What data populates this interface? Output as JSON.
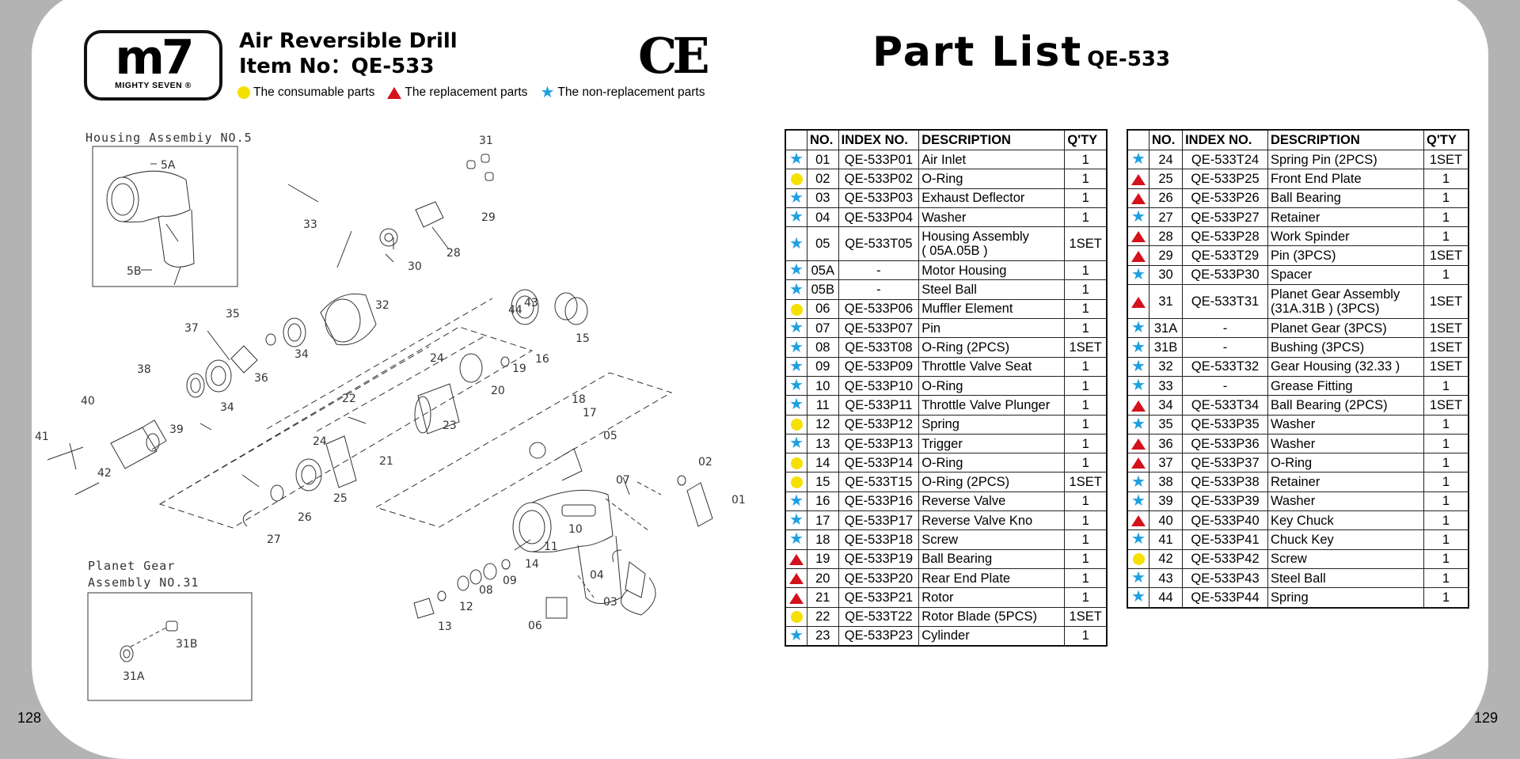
{
  "header": {
    "logo_main": "m7",
    "logo_sub": "MIGHTY SEVEN ®",
    "product_title": "Air Reversible Drill",
    "item_no": "Item No：QE-533",
    "ce_mark": "CE",
    "part_list_title": "Part  List",
    "part_list_code": "QE-533"
  },
  "legend": [
    {
      "symbol": "dot",
      "label": "The consumable parts"
    },
    {
      "symbol": "triangle",
      "label": "The replacement parts"
    },
    {
      "symbol": "star",
      "label": "The non-replacement parts"
    }
  ],
  "colors": {
    "dot": "#f6e000",
    "triangle": "#d4121c",
    "star": "#1ea0e0"
  },
  "diagram": {
    "housing_box_label": "Housing Assembiy NO.5",
    "planet_box_label_1": "Planet Gear",
    "planet_box_label_2": "Assembly NO.31",
    "callouts": {
      "5A": "5A",
      "5B": "5B",
      "31A": "31A",
      "31B": "31B",
      "01": "01",
      "02": "02",
      "03": "03",
      "04": "04",
      "05": "05",
      "06": "06",
      "07": "07",
      "08": "08",
      "09": "09",
      "10": "10",
      "11": "11",
      "12": "12",
      "13": "13",
      "14": "14",
      "15": "15",
      "16": "16",
      "17": "17",
      "18": "18",
      "19": "19",
      "20": "20",
      "21": "21",
      "22": "22",
      "23": "23",
      "24a": "24",
      "24b": "24",
      "25": "25",
      "26": "26",
      "27": "27",
      "28": "28",
      "29": "29",
      "30": "30",
      "31": "31",
      "32": "32",
      "33": "33",
      "34a": "34",
      "34b": "34",
      "35": "35",
      "36": "36",
      "37": "37",
      "38": "38",
      "39": "39",
      "40": "40",
      "41": "41",
      "42": "42",
      "43": "43",
      "44": "44"
    }
  },
  "table_headers": {
    "sym": "",
    "no": "NO.",
    "index": "INDEX NO.",
    "desc": "DESCRIPTION",
    "qty": "Q'TY"
  },
  "left_table": [
    {
      "sym": "star",
      "no": "01",
      "index": "QE-533P01",
      "desc": "Air Inlet",
      "qty": "1"
    },
    {
      "sym": "dot",
      "no": "02",
      "index": "QE-533P02",
      "desc": "O-Ring",
      "qty": "1"
    },
    {
      "sym": "star",
      "no": "03",
      "index": "QE-533P03",
      "desc": "Exhaust Deflector",
      "qty": "1"
    },
    {
      "sym": "star",
      "no": "04",
      "index": "QE-533P04",
      "desc": "Washer",
      "qty": "1"
    },
    {
      "sym": "star",
      "no": "05",
      "index": "QE-533T05",
      "desc": "Housing Assembly",
      "desc2": "( 05A.05B )",
      "qty": "1SET"
    },
    {
      "sym": "star",
      "no": "05A",
      "index": "-",
      "desc": "Motor Housing",
      "qty": "1"
    },
    {
      "sym": "star",
      "no": "05B",
      "index": "-",
      "desc": "Steel Ball",
      "qty": "1"
    },
    {
      "sym": "dot",
      "no": "06",
      "index": "QE-533P06",
      "desc": "Muffler Element",
      "qty": "1"
    },
    {
      "sym": "star",
      "no": "07",
      "index": "QE-533P07",
      "desc": "Pin",
      "qty": "1"
    },
    {
      "sym": "star",
      "no": "08",
      "index": "QE-533T08",
      "desc": "O-Ring (2PCS)",
      "qty": "1SET"
    },
    {
      "sym": "star",
      "no": "09",
      "index": "QE-533P09",
      "desc": "Throttle Valve Seat",
      "qty": "1"
    },
    {
      "sym": "star",
      "no": "10",
      "index": "QE-533P10",
      "desc": "O-Ring",
      "qty": "1"
    },
    {
      "sym": "star",
      "no": "11",
      "index": "QE-533P11",
      "desc": "Throttle Valve Plunger",
      "qty": "1"
    },
    {
      "sym": "dot",
      "no": "12",
      "index": "QE-533P12",
      "desc": "Spring",
      "qty": "1"
    },
    {
      "sym": "star",
      "no": "13",
      "index": "QE-533P13",
      "desc": "Trigger",
      "qty": "1"
    },
    {
      "sym": "dot",
      "no": "14",
      "index": "QE-533P14",
      "desc": "O-Ring",
      "qty": "1"
    },
    {
      "sym": "dot",
      "no": "15",
      "index": "QE-533T15",
      "desc": "O-Ring (2PCS)",
      "qty": "1SET"
    },
    {
      "sym": "star",
      "no": "16",
      "index": "QE-533P16",
      "desc": "Reverse Valve",
      "qty": "1"
    },
    {
      "sym": "star",
      "no": "17",
      "index": "QE-533P17",
      "desc": "Reverse Valve Kno",
      "qty": "1"
    },
    {
      "sym": "star",
      "no": "18",
      "index": "QE-533P18",
      "desc": "Screw",
      "qty": "1"
    },
    {
      "sym": "triangle",
      "no": "19",
      "index": "QE-533P19",
      "desc": "Ball Bearing",
      "qty": "1"
    },
    {
      "sym": "triangle",
      "no": "20",
      "index": "QE-533P20",
      "desc": "Rear End Plate",
      "qty": "1"
    },
    {
      "sym": "triangle",
      "no": "21",
      "index": "QE-533P21",
      "desc": "Rotor",
      "qty": "1"
    },
    {
      "sym": "dot",
      "no": "22",
      "index": "QE-533T22",
      "desc": "Rotor Blade (5PCS)",
      "qty": "1SET"
    },
    {
      "sym": "star",
      "no": "23",
      "index": "QE-533P23",
      "desc": "Cylinder",
      "qty": "1"
    }
  ],
  "right_table": [
    {
      "sym": "star",
      "no": "24",
      "index": "QE-533T24",
      "desc": "Spring Pin (2PCS)",
      "qty": "1SET"
    },
    {
      "sym": "triangle",
      "no": "25",
      "index": "QE-533P25",
      "desc": "Front End Plate",
      "qty": "1"
    },
    {
      "sym": "triangle",
      "no": "26",
      "index": "QE-533P26",
      "desc": "Ball Bearing",
      "qty": "1"
    },
    {
      "sym": "star",
      "no": "27",
      "index": "QE-533P27",
      "desc": "Retainer",
      "qty": "1"
    },
    {
      "sym": "triangle",
      "no": "28",
      "index": "QE-533P28",
      "desc": "Work Spinder",
      "qty": "1"
    },
    {
      "sym": "triangle",
      "no": "29",
      "index": "QE-533T29",
      "desc": "Pin (3PCS)",
      "qty": "1SET"
    },
    {
      "sym": "star",
      "no": "30",
      "index": "QE-533P30",
      "desc": "Spacer",
      "qty": "1"
    },
    {
      "sym": "triangle",
      "no": "31",
      "index": "QE-533T31",
      "desc": " Planet Gear Assembly",
      "desc2": "(31A.31B ) (3PCS)",
      "qty": "1SET"
    },
    {
      "sym": "star",
      "no": "31A",
      "index": "-",
      "desc": "Planet Gear  (3PCS)",
      "qty": "1SET"
    },
    {
      "sym": "star",
      "no": "31B",
      "index": "-",
      "desc": "Bushing (3PCS)",
      "qty": "1SET"
    },
    {
      "sym": "star",
      "no": "32",
      "index": "QE-533T32",
      "desc": "Gear Housing (32.33 )",
      "qty": "1SET"
    },
    {
      "sym": "star",
      "no": "33",
      "index": "-",
      "desc": "Grease Fitting",
      "qty": "1"
    },
    {
      "sym": "triangle",
      "no": "34",
      "index": "QE-533T34",
      "desc": "Ball Bearing (2PCS)",
      "qty": "1SET"
    },
    {
      "sym": "star",
      "no": "35",
      "index": "QE-533P35",
      "desc": "Washer",
      "qty": "1"
    },
    {
      "sym": "triangle",
      "no": "36",
      "index": "QE-533P36",
      "desc": "Washer",
      "qty": "1"
    },
    {
      "sym": "triangle",
      "no": "37",
      "index": "QE-533P37",
      "desc": "O-Ring",
      "qty": "1"
    },
    {
      "sym": "star",
      "no": "38",
      "index": "QE-533P38",
      "desc": "Retainer",
      "qty": "1"
    },
    {
      "sym": "star",
      "no": "39",
      "index": "QE-533P39",
      "desc": "Washer",
      "qty": "1"
    },
    {
      "sym": "triangle",
      "no": "40",
      "index": "QE-533P40",
      "desc": "Key Chuck",
      "qty": "1"
    },
    {
      "sym": "star",
      "no": "41",
      "index": "QE-533P41",
      "desc": "Chuck Key",
      "qty": "1"
    },
    {
      "sym": "dot",
      "no": "42",
      "index": "QE-533P42",
      "desc": "Screw",
      "qty": "1"
    },
    {
      "sym": "star",
      "no": "43",
      "index": "QE-533P43",
      "desc": "Steel Ball",
      "qty": "1"
    },
    {
      "sym": "star",
      "no": "44",
      "index": "QE-533P44",
      "desc": "Spring",
      "qty": "1"
    }
  ],
  "page_numbers": {
    "left": "128",
    "right": "129"
  }
}
